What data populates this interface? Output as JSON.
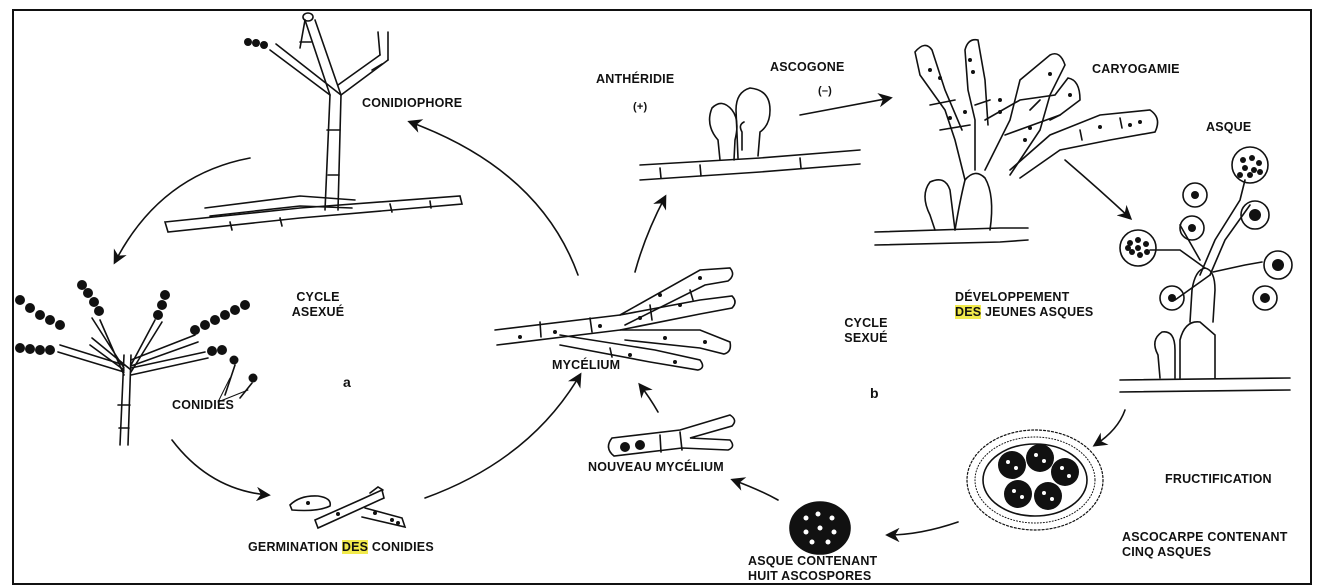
{
  "labels": {
    "conidiophore": "CONIDIOPHORE",
    "cycle_asexue_1": "CYCLE",
    "cycle_asexue_2": "ASEXUÉ",
    "conidies": "CONIDIES",
    "a": "a",
    "germination_1": "GERMINATION",
    "germination_des": "DES",
    "germination_2": "CONIDIES",
    "mycelium": "MYCÉLIUM",
    "nouveau_mycelium": "NOUVEAU MYCÉLIUM",
    "antheridie": "ANTHÉRIDIE",
    "plus": "(+)",
    "ascogone": "ASCOGONE",
    "minus": "(–)",
    "caryogamie": "CARYOGAMIE",
    "asque": "ASQUE",
    "developpement": "DÉVELOPPEMENT",
    "dev_des": "DES",
    "dev_jeunes": "JEUNES ASQUES",
    "cycle_sexue_1": "CYCLE",
    "cycle_sexue_2": "SEXUÉ",
    "b": "b",
    "fructification": "FRUCTIFICATION",
    "ascocarpe_1": "ASCOCARPE CONTENANT",
    "ascocarpe_2": "CINQ ASQUES",
    "asque_huit_1": "ASQUE CONTENANT",
    "asque_huit_2": "HUIT ASCOSPORES"
  },
  "colors": {
    "ink": "#111111",
    "highlight": "#f1ea4c",
    "background": "#ffffff"
  }
}
